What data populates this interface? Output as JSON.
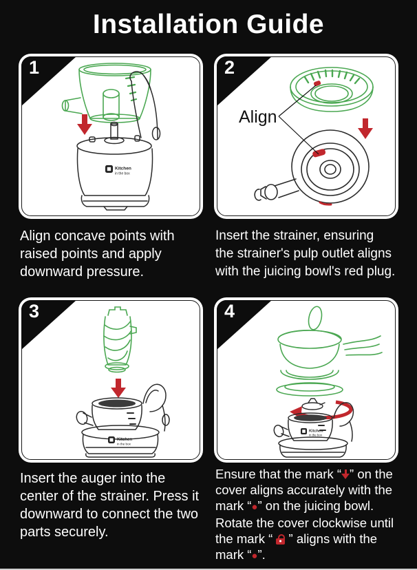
{
  "page": {
    "title": "Installation Guide"
  },
  "colors": {
    "background": "#0d0d0d",
    "panel": "#ffffff",
    "accent_red": "#c1272d",
    "illustration_green": "#4aa751",
    "line_black": "#2a2a2a",
    "text_white": "#ffffff"
  },
  "brand": {
    "line1": "Kitchen",
    "line2": "in the box"
  },
  "symbols": {
    "dot": "●"
  },
  "steps": [
    {
      "number": "1",
      "caption": "Align concave points with\nraised points and apply\ndownward pressure."
    },
    {
      "number": "2",
      "align_label": "Align",
      "caption": "Insert the strainer, ensuring\nthe strainer's pulp outlet aligns\nwith the juicing bowl's red plug."
    },
    {
      "number": "3",
      "caption": "Insert the auger into the\ncenter of the strainer. Press it\ndownward to connect the two\nparts securely."
    },
    {
      "number": "4",
      "caption_segments": {
        "s1": "Ensure that the mark “",
        "s2": "” on the\ncover aligns accurately with the\nmark “",
        "s3": "” on the juicing bowl.\nRotate the cover clockwise until\nthe mark “ ",
        "s4": " ” aligns with the\nmark “",
        "s5": "”."
      }
    }
  ]
}
